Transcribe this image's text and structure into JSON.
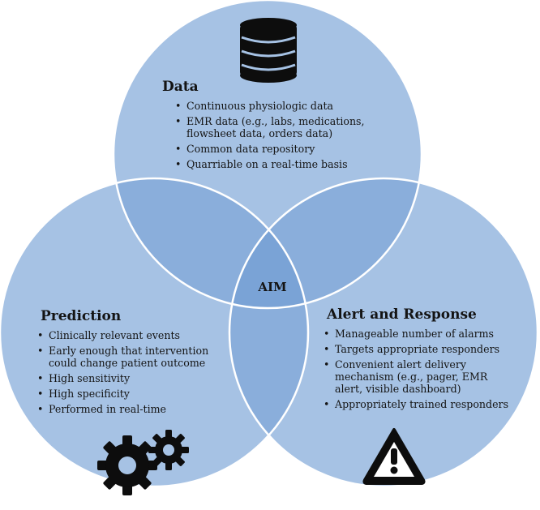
{
  "colors": {
    "circle_fill": "#a6c2e4",
    "overlap_fill": "#8aaedb",
    "center_fill": "#7aa3d6",
    "outline": "#ffffff",
    "icon": "#0d0d0d"
  },
  "icons": {
    "data": "database-icon",
    "prediction": "gears-icon",
    "alert": "warning-icon"
  },
  "center_label": "AIM",
  "data": {
    "title": "Data",
    "items": [
      "Continuous physiologic data",
      "EMR data (e.g., labs, medications, flowsheet data, orders data)",
      "Common data repository",
      "Quarriable on a real-time basis"
    ]
  },
  "prediction": {
    "title": "Prediction",
    "items": [
      "Clinically relevant events",
      "Early enough that intervention could change patient outcome",
      "High sensitivity",
      "High specificity",
      "Performed in real-time"
    ]
  },
  "alert": {
    "title": "Alert and Response",
    "items": [
      "Manageable number of alarms",
      "Targets appropriate responders",
      "Convenient alert delivery mechanism (e.g., pager, EMR alert, visible dashboard)",
      "Appropriately trained responders"
    ]
  }
}
